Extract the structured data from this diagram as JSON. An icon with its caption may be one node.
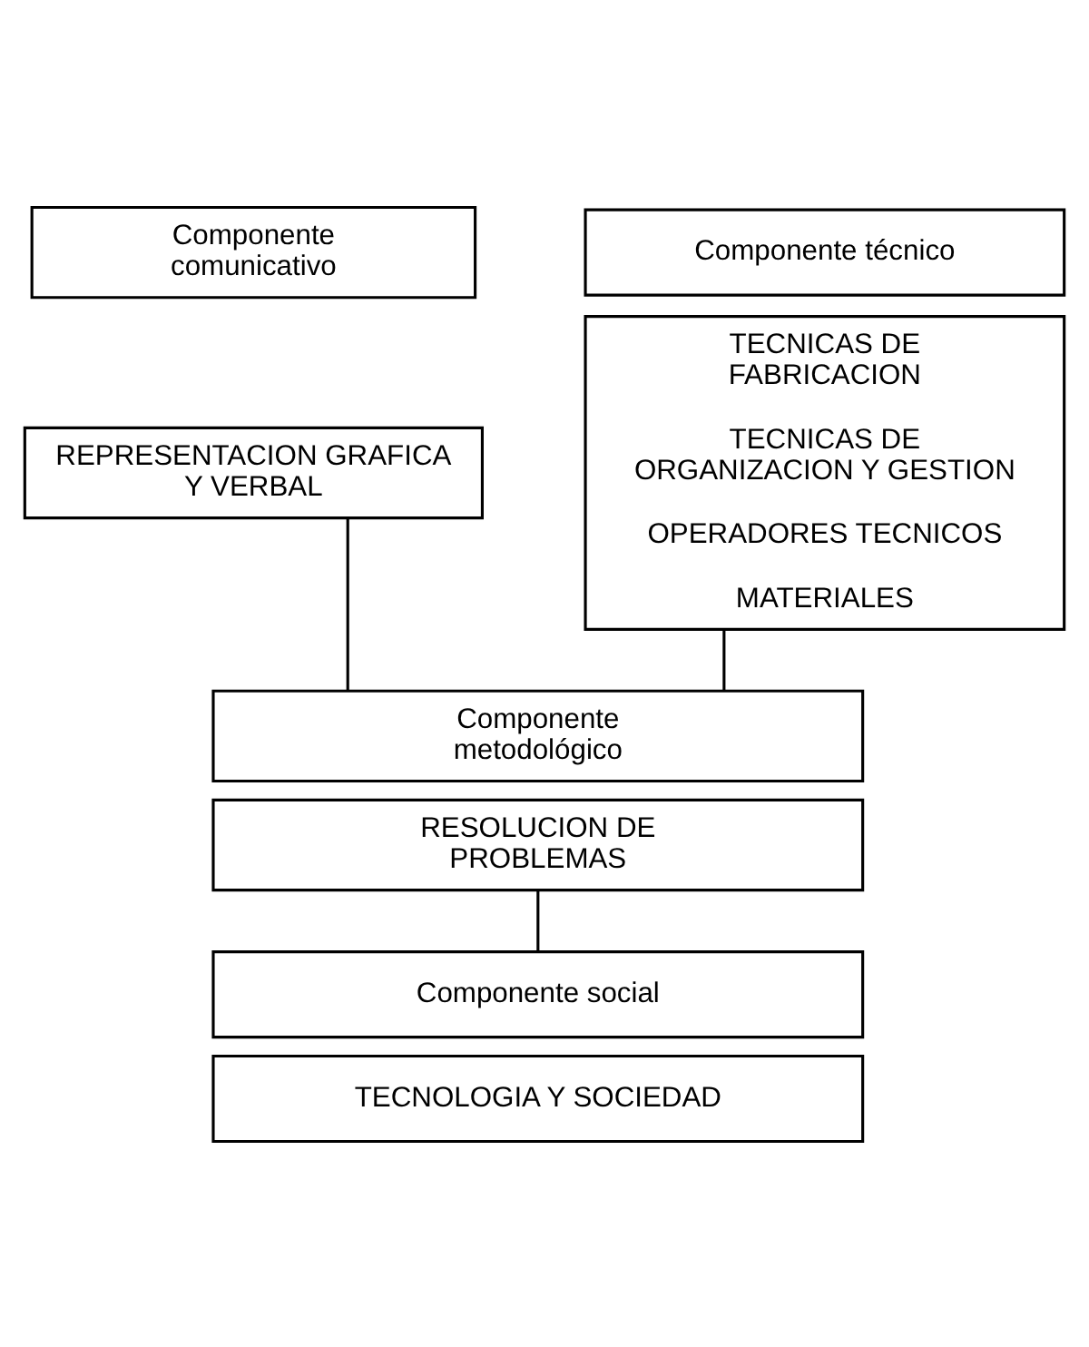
{
  "diagram": {
    "nodes": [
      {
        "text": [
          "Componente comunicativo"
        ]
      },
      {
        "text": [
          "REPRESENTACION GRAFICA Y VERBAL"
        ]
      },
      {
        "text": [
          "Componente técnico"
        ]
      },
      {
        "text": [
          "TECNICAS DE FABRICACION",
          "TECNICAS DE ORGANIZACION Y GESTION",
          "OPERADORES TECNICOS",
          "MATERIALES"
        ]
      },
      {
        "text": [
          "Componente metodológico"
        ]
      },
      {
        "text": [
          "RESOLUCION DE PROBLEMAS"
        ]
      },
      {
        "text": [
          "Componente social"
        ]
      },
      {
        "text": [
          "TECNOLOGIA Y SOCIEDAD"
        ]
      }
    ],
    "edges": [
      {
        "from": 1,
        "to": 4,
        "arrow": "none"
      },
      {
        "from": 3,
        "to": 4,
        "arrow": "none"
      },
      {
        "from": 5,
        "to": 6,
        "arrow": "none"
      }
    ]
  }
}
